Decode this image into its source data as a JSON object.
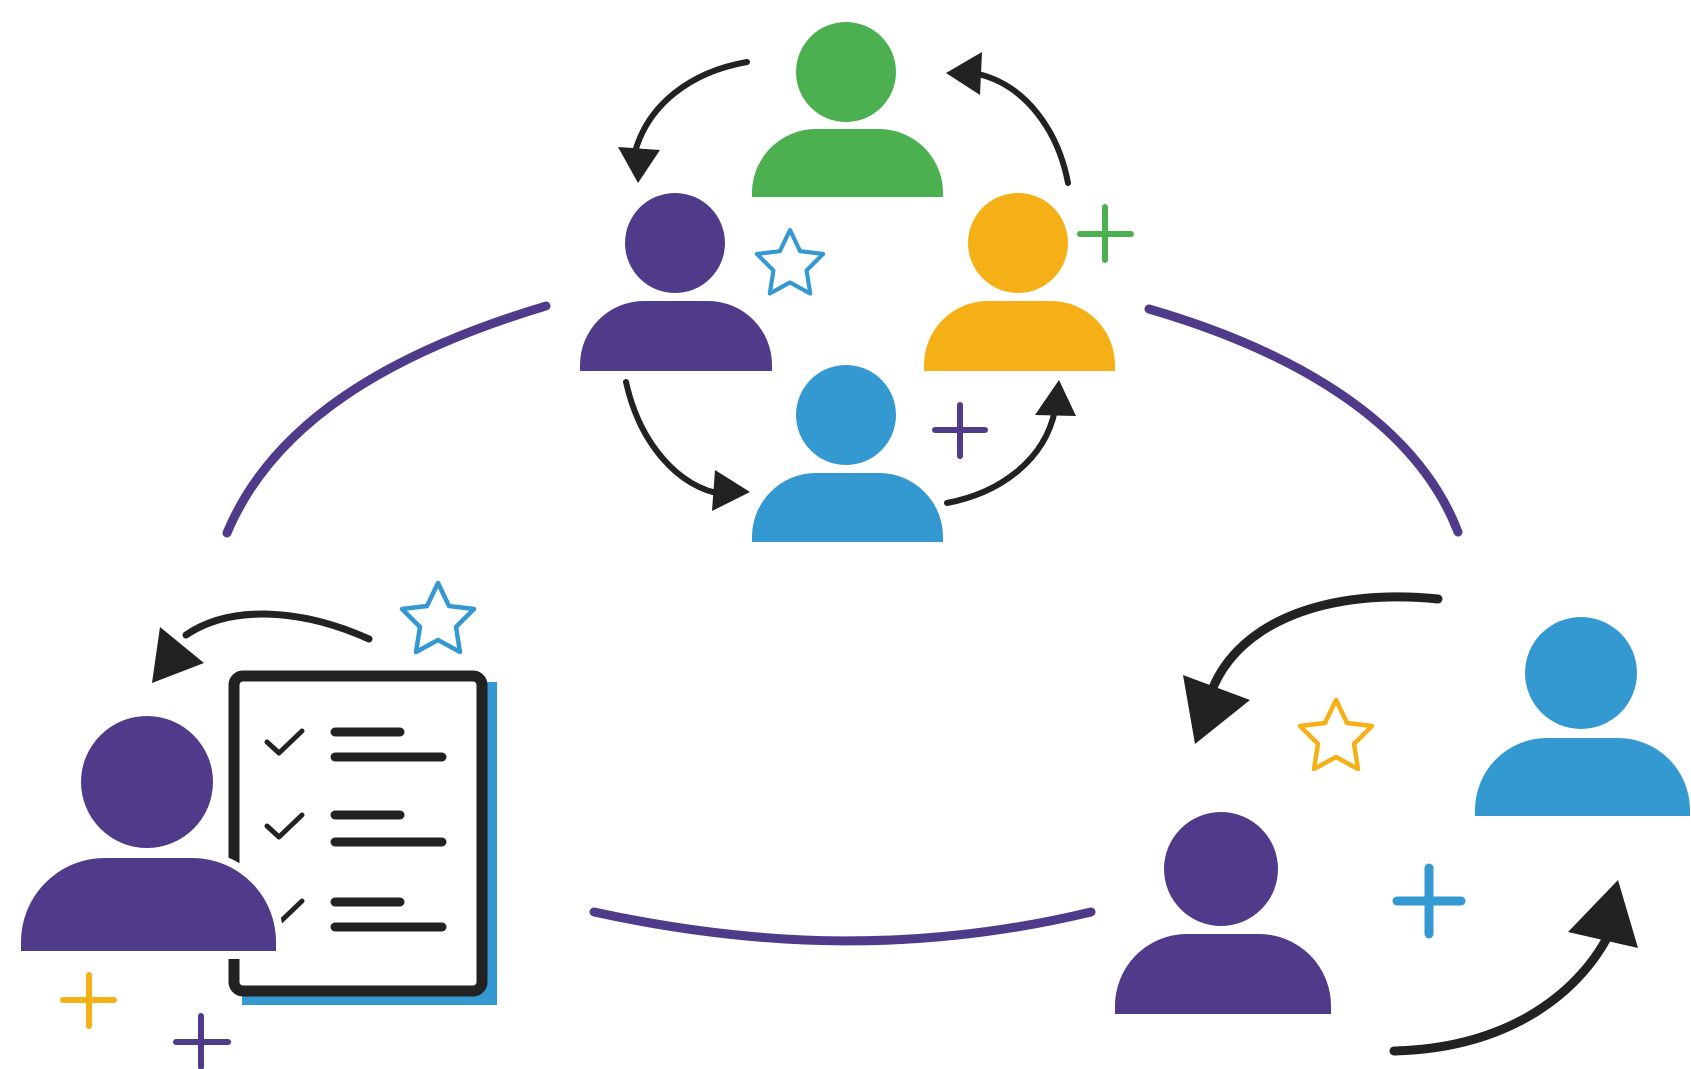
{
  "diagram": {
    "colors": {
      "purple": "#503a8a",
      "green": "#4caf50",
      "yellow": "#f5b017",
      "blue": "#3498d1",
      "dark": "#222222",
      "white": "#ffffff"
    },
    "nodes": [
      {
        "id": "person-top-green",
        "icon": "person-icon",
        "color": "green"
      },
      {
        "id": "person-top-purple",
        "icon": "person-icon",
        "color": "purple"
      },
      {
        "id": "person-top-yellow",
        "icon": "person-icon",
        "color": "yellow"
      },
      {
        "id": "person-top-blue",
        "icon": "person-icon",
        "color": "blue"
      },
      {
        "id": "person-left-purple",
        "icon": "person-icon",
        "color": "purple"
      },
      {
        "id": "person-right-purple",
        "icon": "person-icon",
        "color": "purple"
      },
      {
        "id": "person-right-blue",
        "icon": "person-icon",
        "color": "blue"
      }
    ],
    "document": {
      "icon": "checklist-document-icon",
      "items": 3
    },
    "decorations": [
      {
        "icon": "star-icon",
        "color": "blue"
      },
      {
        "icon": "star-icon",
        "color": "blue"
      },
      {
        "icon": "star-icon",
        "color": "yellow"
      },
      {
        "icon": "plus-icon",
        "color": "green"
      },
      {
        "icon": "plus-icon",
        "color": "purple"
      },
      {
        "icon": "plus-icon",
        "color": "blue"
      },
      {
        "icon": "plus-icon",
        "color": "yellow"
      },
      {
        "icon": "plus-icon",
        "color": "purple"
      }
    ]
  }
}
